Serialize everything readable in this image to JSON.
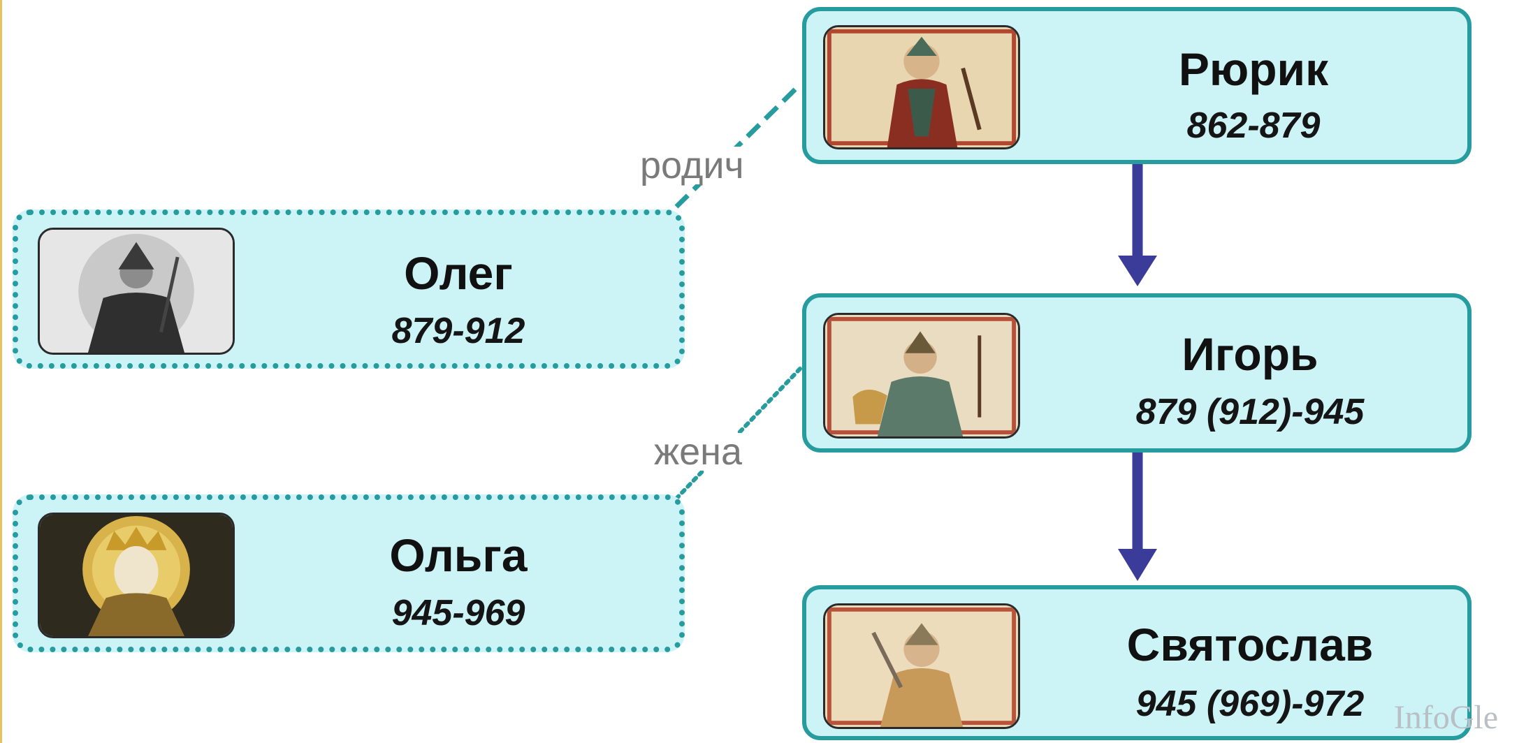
{
  "rulers": [
    {
      "id": "rurik",
      "name": "Рюрик",
      "years": "862-879"
    },
    {
      "id": "oleg",
      "name": "Олег",
      "years": "879-912"
    },
    {
      "id": "igor",
      "name": "Игорь",
      "years": "879 (912)-945"
    },
    {
      "id": "olga",
      "name": "Ольга",
      "years": "945-969"
    },
    {
      "id": "svyatoslav",
      "name": "Святослав",
      "years": "945 (969)-972"
    }
  ],
  "relations": {
    "oleg_rurik": "родич",
    "olga_igor": "жена"
  },
  "watermark": "InfoGle",
  "colors": {
    "card_fill": "#ccf3f6",
    "card_border": "#269c9e",
    "arrow": "#3b3b9a",
    "relation_text": "#7a7a7a"
  }
}
